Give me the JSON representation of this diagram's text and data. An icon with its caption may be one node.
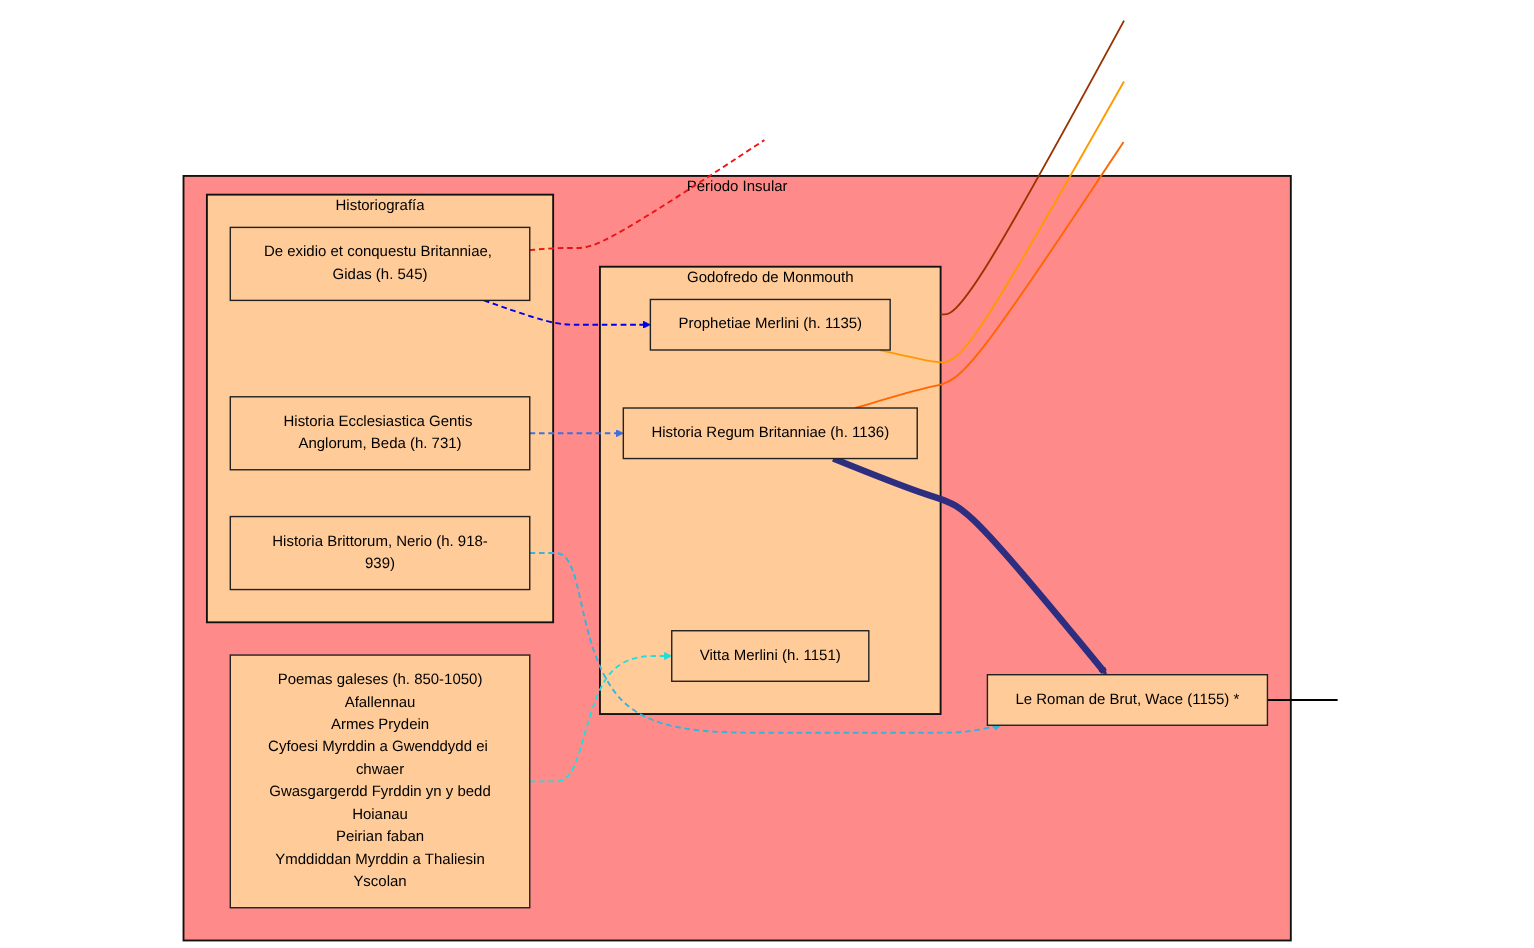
{
  "diagram": {
    "nodes": [
      {
        "text": [
          "Periodo Insular"
        ]
      },
      {
        "text": [
          "Historiografía"
        ],
        "in": 0
      },
      {
        "text": [
          "De exidio et conquestu Britanniae, Gidas (h. 545)"
        ],
        "in": 1
      },
      {
        "text": [
          "Historia Ecclesiastica Gentis Anglorum, Beda (h. 731)"
        ],
        "in": 1
      },
      {
        "text": [
          "Historia Brittorum, Nerio (h. 918-939)"
        ],
        "in": 1
      },
      {
        "text": [
          "Poemas galeses (h. 850-1050)",
          "Afallennau",
          "Armes Prydein",
          "Cyfoesi Myrddin a Gwenddydd ei chwaer",
          "Gwasgargerdd Fyrddin yn y bedd",
          "Hoianau",
          "Peirian faban",
          "Ymddiddan Myrddin a Thaliesin",
          "Yscolan"
        ],
        "in": 0
      },
      {
        "text": [
          "Godofredo de Monmouth"
        ],
        "in": 0
      },
      {
        "text": [
          "Prophetiae Merlini (h. 1135)"
        ],
        "in": 6
      },
      {
        "text": [
          "Historia Regum Britanniae (h. 1136)"
        ],
        "in": 6
      },
      {
        "text": [
          "Vitta Merlini (h. 1151)"
        ],
        "in": 6
      },
      {
        "text": [
          "Le Roman de Brut, Wace (1155) *"
        ],
        "in": 0
      }
    ],
    "edges": [
      {
        "from": 2,
        "to": 7,
        "arrow": "to",
        "style": "dashed",
        "color": "#0000ee"
      },
      {
        "from": 3,
        "to": 8,
        "arrow": "to",
        "style": "dashed",
        "color": "#4070e0"
      },
      {
        "from": 4,
        "to": 10,
        "arrow": "to",
        "style": "dashed",
        "color": "#33b5dd"
      },
      {
        "from": 5,
        "to": 9,
        "arrow": "to",
        "style": "dashed",
        "color": "#22dddd"
      },
      {
        "from": 8,
        "to": 10,
        "arrow": "to",
        "style": "thick",
        "color": "#2e2e80"
      },
      {
        "from": 2,
        "to": null,
        "arrow": "none",
        "style": "dashed",
        "color": "#ee1111"
      },
      {
        "from": 7,
        "to": null,
        "arrow": "none",
        "color": "#ff9900"
      },
      {
        "from": 6,
        "to": null,
        "arrow": "none",
        "color": "#993300"
      },
      {
        "from": 8,
        "to": null,
        "arrow": "none",
        "color": "#ff6600"
      },
      {
        "from": 10,
        "to": null,
        "arrow": "none",
        "color": "#000000"
      }
    ]
  }
}
